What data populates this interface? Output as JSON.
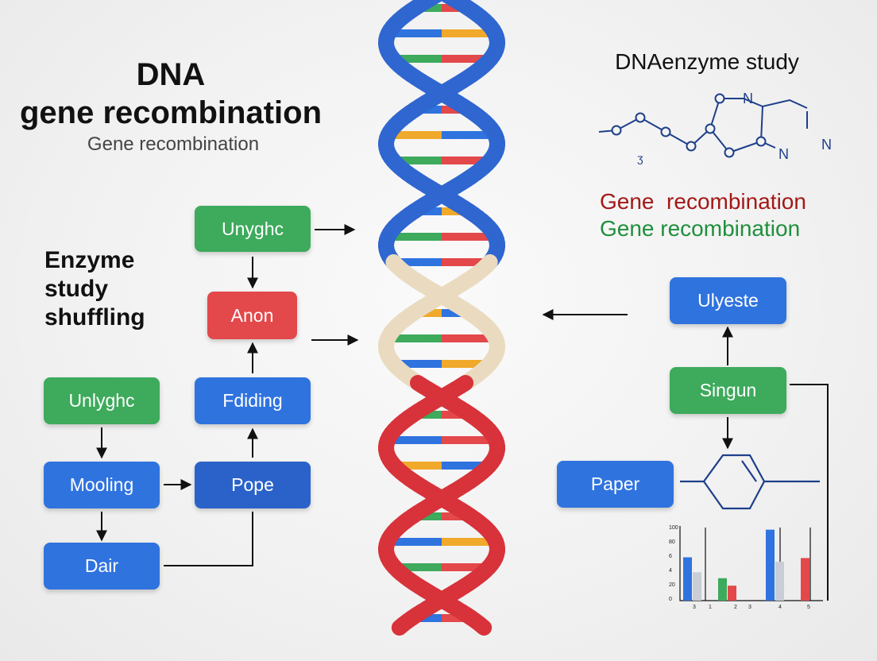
{
  "left_title": {
    "line1": "DNA",
    "line2": "gene recombination",
    "subtitle": "Gene recombination"
  },
  "side_label": {
    "line1": "Enzyme",
    "line2": "study",
    "line3": "shuffling"
  },
  "right_title": "DNAenzyme study",
  "red_text": "Gene  recombination",
  "green_text": "Gene recombination",
  "molecule_labels": {
    "n1": "N",
    "n2": "N",
    "n3": "N",
    "glyph": "ʒ"
  },
  "nodes": {
    "unyghc": "Unyghc",
    "anon": "Anon",
    "fdiding": "Fdiding",
    "pope": "Pope",
    "unlyghc": "Unlyghc",
    "mooling": "Mooling",
    "dair": "Dair",
    "ulyeste": "Ulyeste",
    "singun": "Singun",
    "paper": "Paper"
  },
  "colors": {
    "green": "#3daa5c",
    "blue": "#2f73df",
    "red": "#e3484a",
    "helix_blue": "#2f66d0",
    "helix_red": "#d8323a",
    "helix_beige": "#eadbc0"
  },
  "chart_data": {
    "type": "bar",
    "ytick_labels": [
      "100",
      "80",
      "6",
      "4",
      "20",
      "0"
    ],
    "xtick_labels": [
      "3",
      "1",
      "2",
      "3",
      "4",
      "5"
    ],
    "series": [
      {
        "color": "#2f73df",
        "values": [
          58,
          0,
          0,
          95,
          0
        ]
      },
      {
        "color": "#c8cdd6",
        "values": [
          38,
          0,
          0,
          52,
          0
        ]
      },
      {
        "color": "#3daa5c",
        "values": [
          0,
          30,
          0,
          0,
          0
        ]
      },
      {
        "color": "#e3484a",
        "values": [
          0,
          20,
          0,
          0,
          57
        ]
      }
    ],
    "ylim": [
      0,
      100
    ]
  }
}
